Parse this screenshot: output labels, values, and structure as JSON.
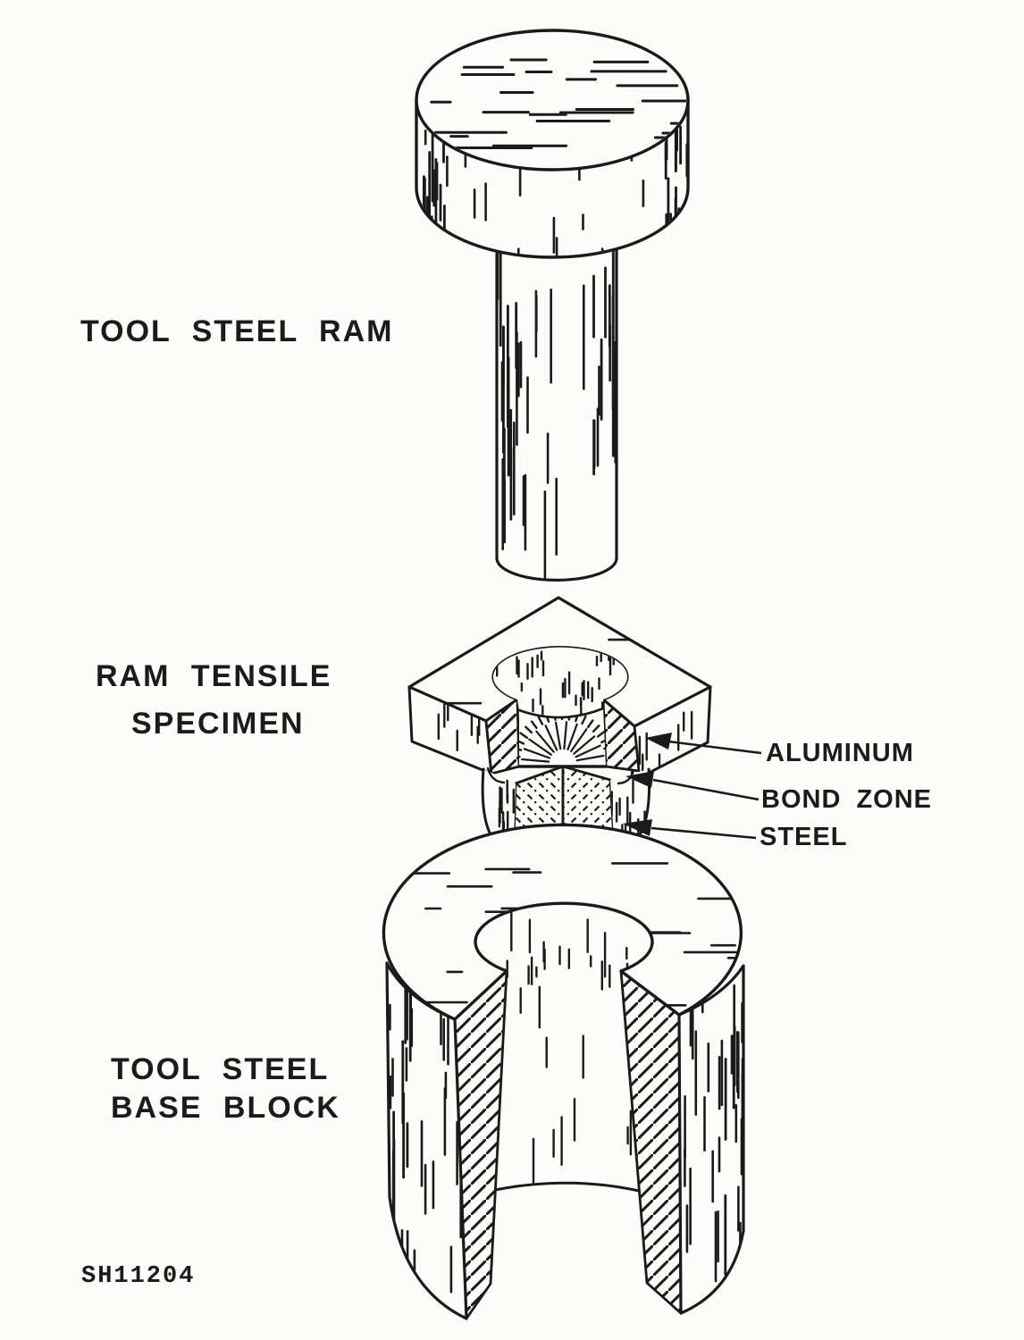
{
  "page": {
    "background": "#fcfcfb",
    "ink": "#1a1a1a"
  },
  "figure_id": "SH11204",
  "parts": {
    "ram_label": "TOOL STEEL RAM",
    "specimen_label_line1": "RAM TENSILE",
    "specimen_label_line2": "SPECIMEN",
    "base_label_line1": "TOOL STEEL",
    "base_label_line2": "BASE BLOCK"
  },
  "callouts": [
    {
      "label": "ALUMINUM"
    },
    {
      "label": "BOND ZONE"
    },
    {
      "label": "STEEL"
    }
  ]
}
